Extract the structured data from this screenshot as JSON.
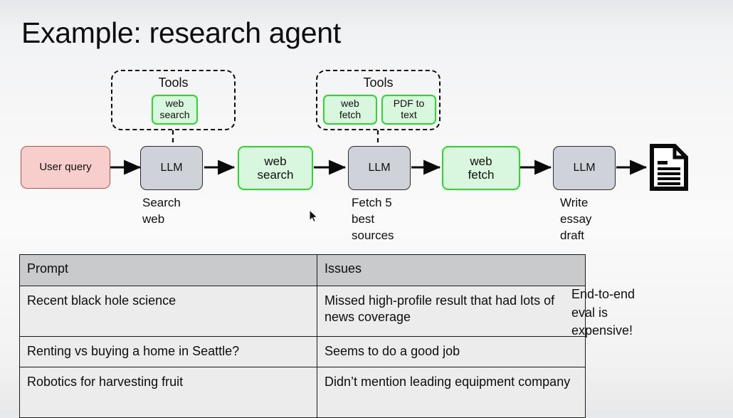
{
  "slide": {
    "title": "Example: research agent"
  },
  "flow": {
    "nodes": [
      {
        "id": "user-query",
        "label": "User query",
        "kind": "input"
      },
      {
        "id": "llm-1",
        "label": "LLM",
        "kind": "llm"
      },
      {
        "id": "web-search",
        "label": "web\nsearch",
        "kind": "tool"
      },
      {
        "id": "llm-2",
        "label": "LLM",
        "kind": "llm"
      },
      {
        "id": "web-fetch",
        "label": "web\nfetch",
        "kind": "tool"
      },
      {
        "id": "llm-3",
        "label": "LLM",
        "kind": "llm"
      },
      {
        "id": "output-doc",
        "label": "document-icon",
        "kind": "output"
      }
    ],
    "captions": [
      {
        "for": "llm-1",
        "text": "Search\nweb"
      },
      {
        "for": "llm-2",
        "text": "Fetch 5\nbest\nsources"
      },
      {
        "for": "llm-3",
        "text": "Write\nessay\ndraft"
      }
    ],
    "tool_groups": [
      {
        "id": "tools-1",
        "label": "Tools",
        "attached_to": "llm-1",
        "tools": [
          "web\nsearch"
        ]
      },
      {
        "id": "tools-2",
        "label": "Tools",
        "attached_to": "llm-2",
        "tools": [
          "web\nfetch",
          "PDF to\ntext"
        ]
      }
    ]
  },
  "table": {
    "headers": [
      "Prompt",
      "Issues"
    ],
    "rows": [
      {
        "prompt": "Recent black hole science",
        "issues": "Missed high-profile result that had lots of news coverage"
      },
      {
        "prompt": "Renting vs buying a home in Seattle?",
        "issues": "Seems to do a good job"
      },
      {
        "prompt": "Robotics for harvesting fruit",
        "issues": "Didn’t mention leading equipment company"
      }
    ]
  },
  "side_note": {
    "text": "End-to-end\neval is\nexpensive!"
  },
  "colors": {
    "input_fill": "#f8cecc",
    "input_stroke": "#b85450",
    "llm_fill": "#cfd2d8",
    "llm_stroke": "#2b2b2b",
    "tool_fill": "#d9f7de",
    "tool_stroke": "#2fd62f",
    "table_header_fill": "#c9cacb",
    "table_cell_fill": "#ececec",
    "text": "#0d0d0d"
  }
}
